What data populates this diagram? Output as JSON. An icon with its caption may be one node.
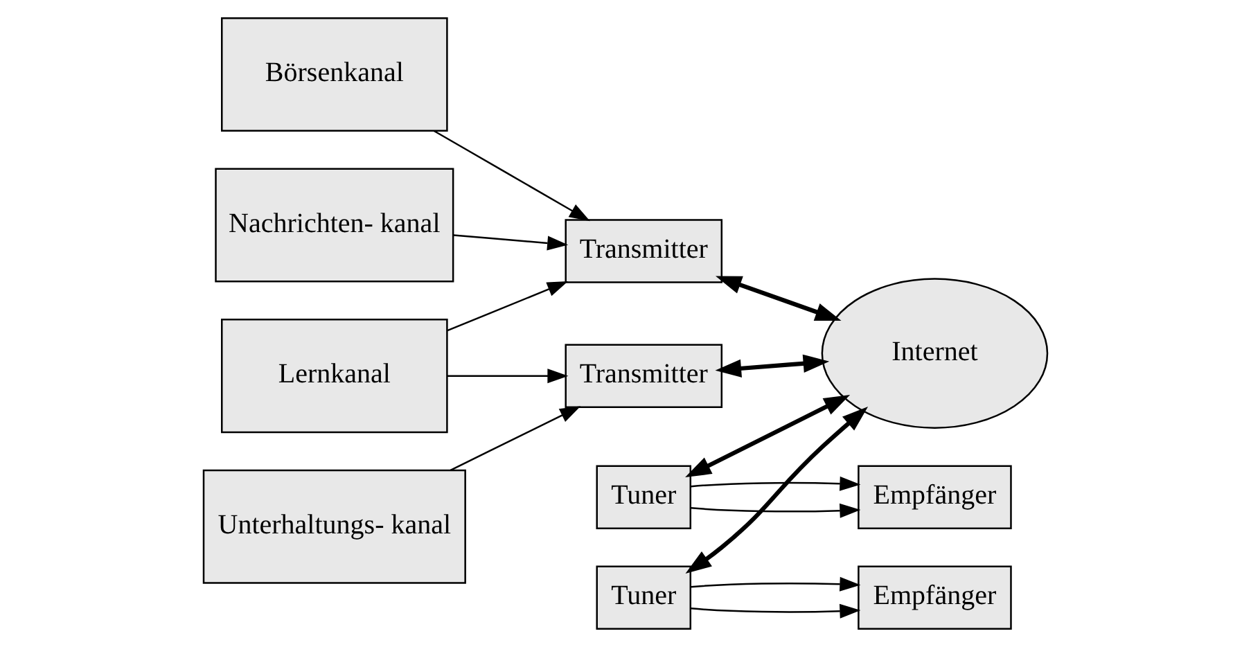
{
  "diagram": {
    "nodes": [
      {
        "text": [
          "Börsenkanal"
        ]
      },
      {
        "text": [
          "Nachrichten- kanal"
        ]
      },
      {
        "text": [
          "Lernkanal"
        ]
      },
      {
        "text": [
          "Unterhaltungs- kanal"
        ]
      },
      {
        "text": [
          "Transmitter"
        ]
      },
      {
        "text": [
          "Transmitter"
        ]
      },
      {
        "text": [
          "Internet"
        ]
      },
      {
        "text": [
          "Tuner"
        ]
      },
      {
        "text": [
          "Empfänger"
        ]
      },
      {
        "text": [
          "Tuner"
        ]
      },
      {
        "text": [
          "Empfänger"
        ]
      }
    ],
    "edges": [
      {
        "from": 0,
        "to": 4,
        "arrow": "to"
      },
      {
        "from": 1,
        "to": 4,
        "arrow": "to"
      },
      {
        "from": 2,
        "to": 4,
        "arrow": "to"
      },
      {
        "from": 2,
        "to": 5,
        "arrow": "to"
      },
      {
        "from": 3,
        "to": 5,
        "arrow": "to"
      },
      {
        "from": 4,
        "to": 6,
        "arrow": "both",
        "style": "thick"
      },
      {
        "from": 5,
        "to": 6,
        "arrow": "both",
        "style": "thick"
      },
      {
        "from": 7,
        "to": 6,
        "arrow": "both",
        "style": "thick"
      },
      {
        "from": 9,
        "to": 6,
        "arrow": "both",
        "style": "thick"
      },
      {
        "from": 7,
        "to": 8,
        "arrow": "to"
      },
      {
        "from": 7,
        "to": 8,
        "arrow": "to"
      },
      {
        "from": 9,
        "to": 10,
        "arrow": "to"
      },
      {
        "from": 9,
        "to": 10,
        "arrow": "to"
      }
    ]
  }
}
